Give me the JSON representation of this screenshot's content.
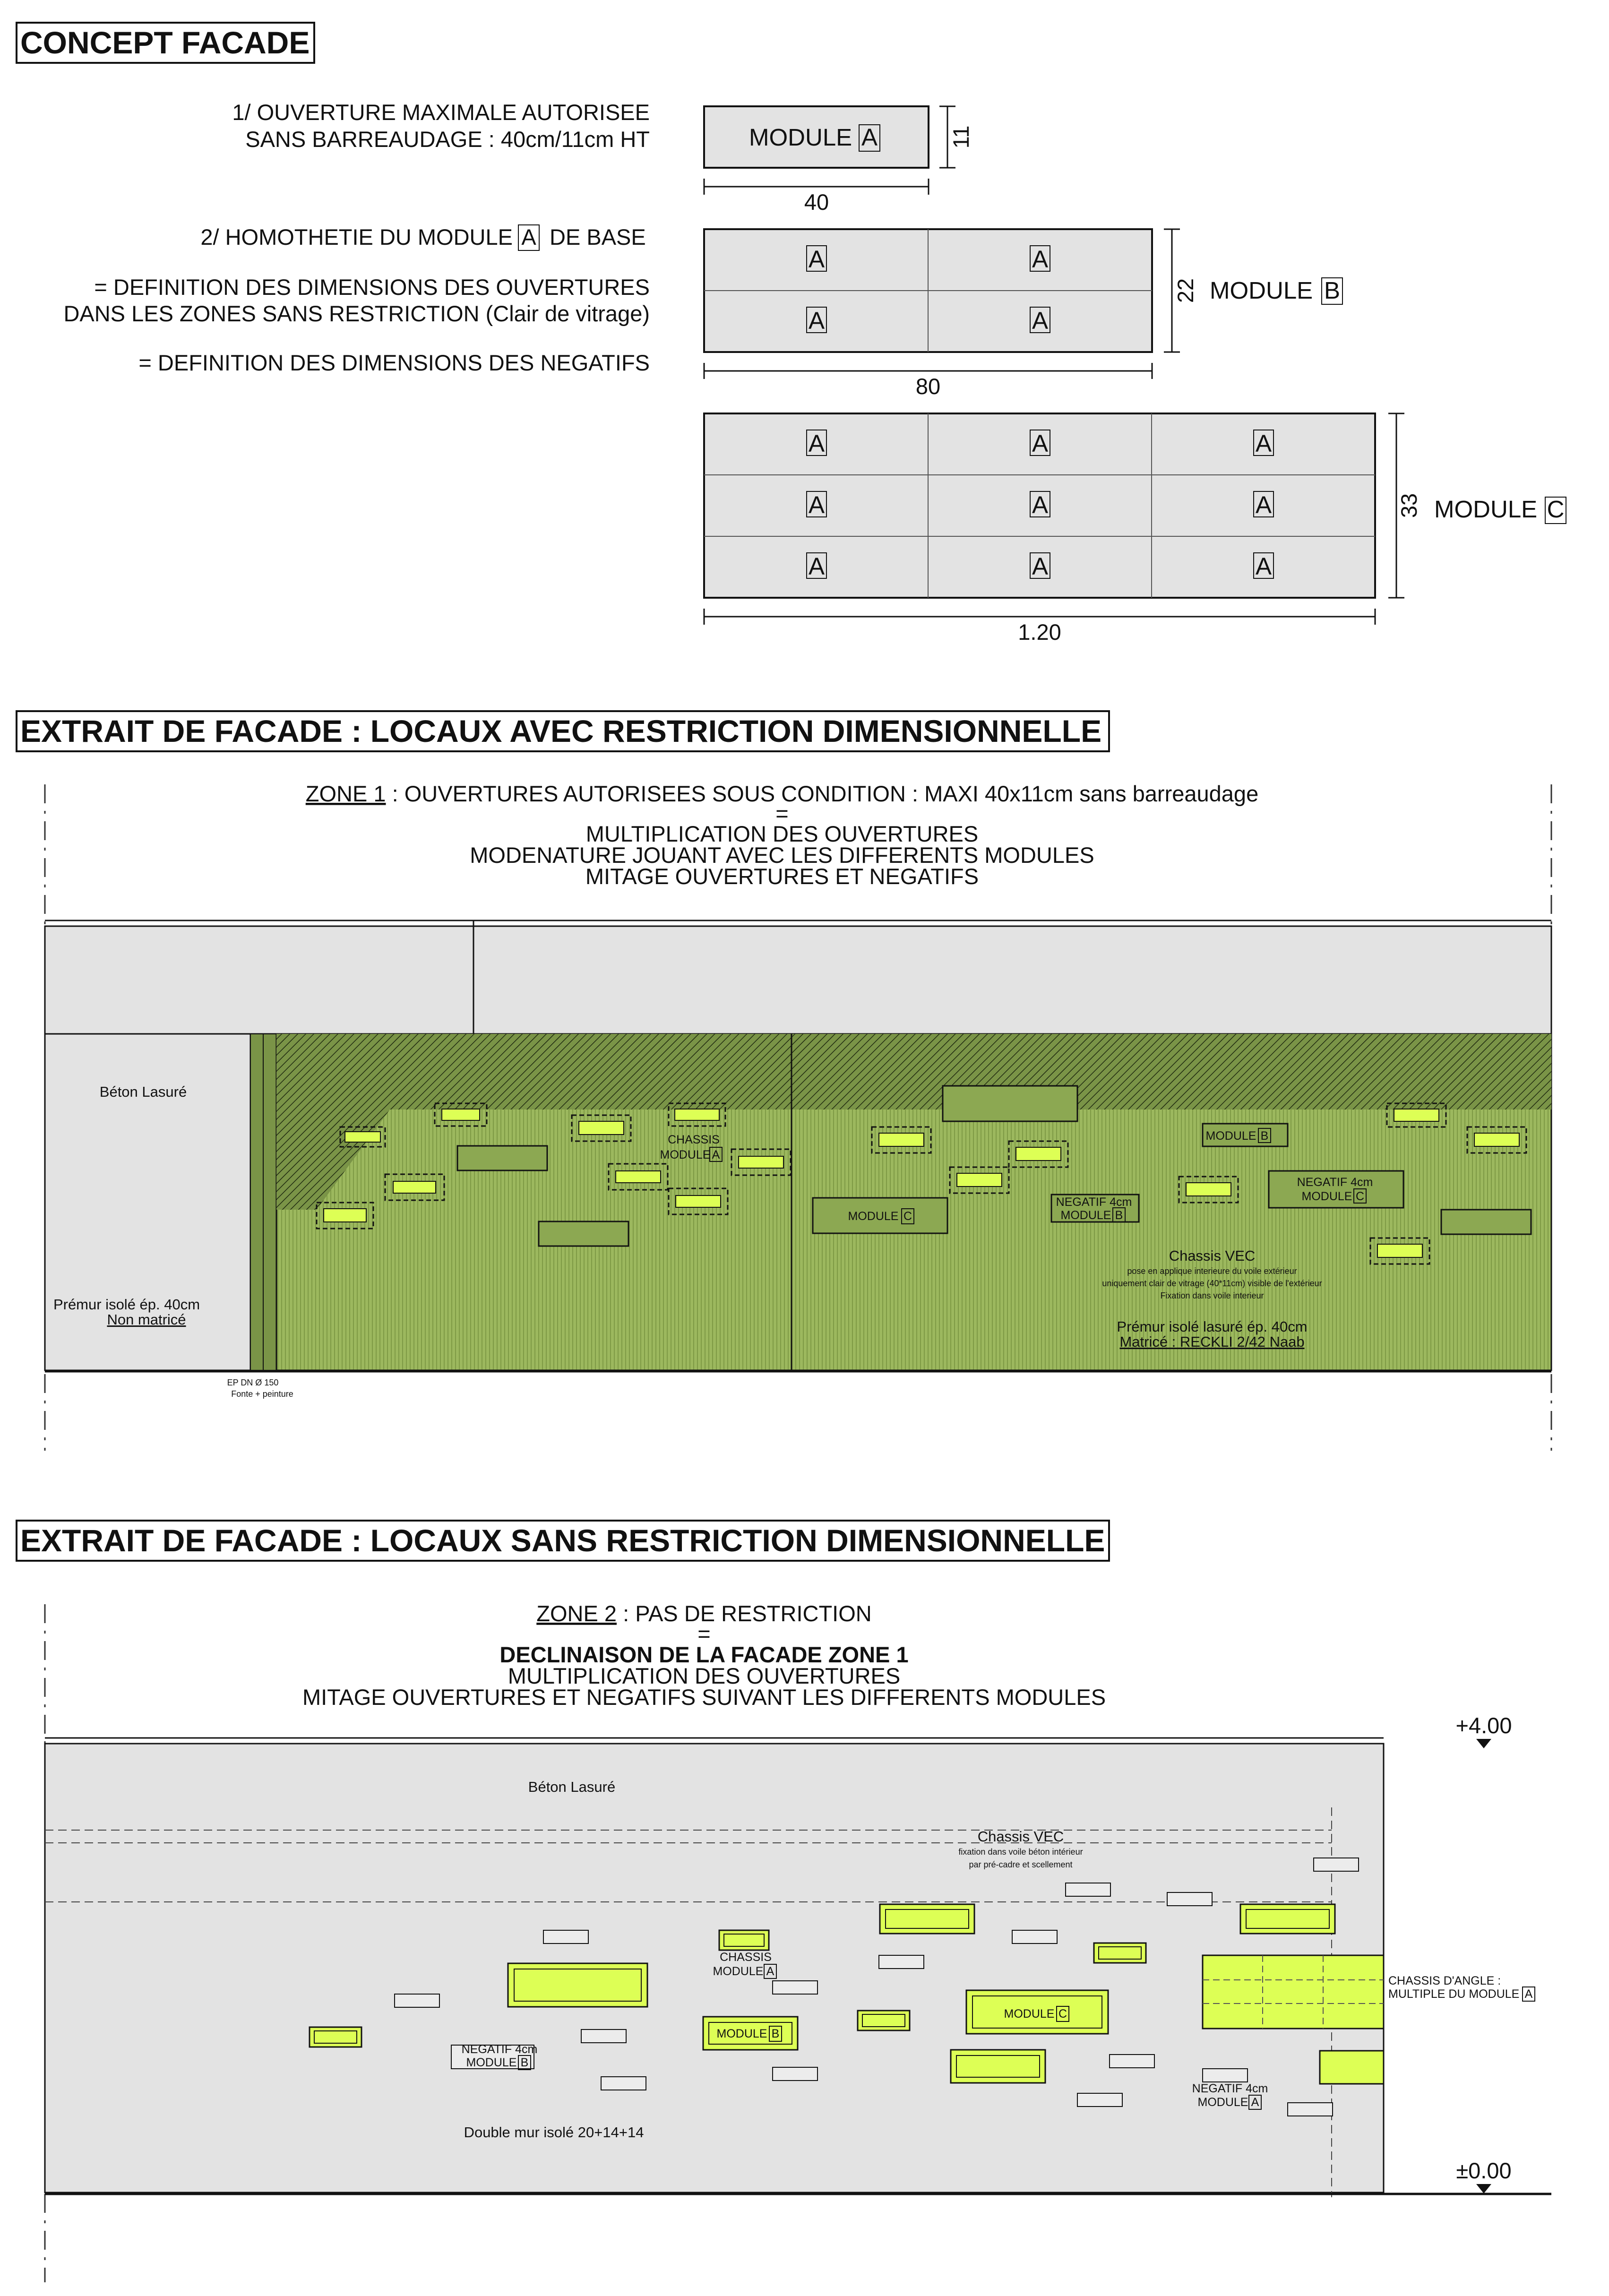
{
  "titles": {
    "concept": "CONCEPT FACADE",
    "restricted": "EXTRAIT DE FACADE : LOCAUX AVEC RESTRICTION DIMENSIONNELLE",
    "unrestricted": "EXTRAIT DE FACADE : LOCAUX SANS RESTRICTION DIMENSIONNELLE"
  },
  "concept": {
    "note1": [
      "1/ OUVERTURE MAXIMALE AUTORISEE",
      "SANS BARREAUDAGE : 40cm/11cm HT"
    ],
    "note2": "2/ HOMOTHETIE DU MODULE",
    "note2_tag": "A",
    "note2_tail": "DE BASE",
    "note3": [
      "= DEFINITION DES DIMENSIONS DES OUVERTURES",
      "DANS LES ZONES SANS RESTRICTION (Clair de vitrage)"
    ],
    "note4": "= DEFINITION DES DIMENSIONS DES NEGATIFS",
    "module_word": "MODULE",
    "cell_tag": "A",
    "module_a": {
      "tag": "A",
      "width": "40",
      "height": "11"
    },
    "module_b": {
      "tag": "B",
      "width": "80",
      "height": "22"
    },
    "module_c": {
      "tag": "C",
      "width": "1.20",
      "height": "33"
    }
  },
  "zone1": {
    "heading_u": "ZONE 1",
    "heading": " : OUVERTURES AUTORISEES SOUS CONDITION : MAXI 40x11cm sans barreaudage",
    "eq": "=",
    "lines": [
      "MULTIPLICATION DES OUVERTURES",
      "MODENATURE JOUANT AVEC LES DIFFERENTS MODULES",
      "MITAGE OUVERTURES ET NEGATIFS"
    ],
    "beton": "Béton Lasuré",
    "premur": "Prémur isolé ép. 40cm",
    "non_matrice": "Non matricé",
    "ep": [
      "EP DN Ø 150",
      "Fonte + peinture"
    ],
    "chassis_module": [
      "CHASSIS",
      "MODULE"
    ],
    "module_c_label": "MODULE",
    "negatif_b": [
      "NEGATIF 4cm",
      "MODULE"
    ],
    "module_b_label": "MODULE",
    "negatif_c": [
      "NEGATIF 4cm",
      "MODULE"
    ],
    "chassis_vec": "Chassis VEC",
    "chassis_vec_notes": [
      "pose en applique interieure du voile extérieur",
      "uniquement clair de vitrage (40*11cm) visible de l'extérieur",
      "Fixation dans voile interieur"
    ],
    "premur_lasure": "Prémur isolé lasuré ép. 40cm",
    "matrice": "Matricé : RECKLI 2/42 Naab",
    "tags": {
      "a": "A",
      "b": "B",
      "c": "C"
    }
  },
  "zone2": {
    "heading_u": "ZONE 2",
    "heading": " : PAS DE RESTRICTION",
    "eq": "=",
    "bold_line": "DECLINAISON DE LA FACADE ZONE 1",
    "lines": [
      "MULTIPLICATION DES OUVERTURES",
      "MITAGE OUVERTURES ET NEGATIFS SUIVANT LES DIFFERENTS MODULES"
    ],
    "beton": "Béton Lasuré",
    "chassis_vec": "Chassis VEC",
    "chassis_vec_notes": [
      "fixation dans voile béton intérieur",
      "par pré-cadre et scellement"
    ],
    "chassis_module": [
      "CHASSIS",
      "MODULE"
    ],
    "module_b_label": "MODULE",
    "module_c_label": "MODULE",
    "negatif_b": [
      "NEGATIF 4cm",
      "MODULE"
    ],
    "negatif_a": [
      "NEGATIF 4cm",
      "MODULE"
    ],
    "chassis_angle": [
      "CHASSIS D'ANGLE :",
      "MULTIPLE DU MODULE"
    ],
    "double_mur": "Double mur isolé 20+14+14",
    "level_top": "+4.00",
    "level_bottom": "±0.00",
    "tags": {
      "a": "A",
      "b": "B",
      "c": "C"
    }
  },
  "colors": {
    "window": "#ddff55",
    "facade_green": "#9cb85e",
    "concrete": "#e3e3e3",
    "line": "#1a1a1a"
  }
}
